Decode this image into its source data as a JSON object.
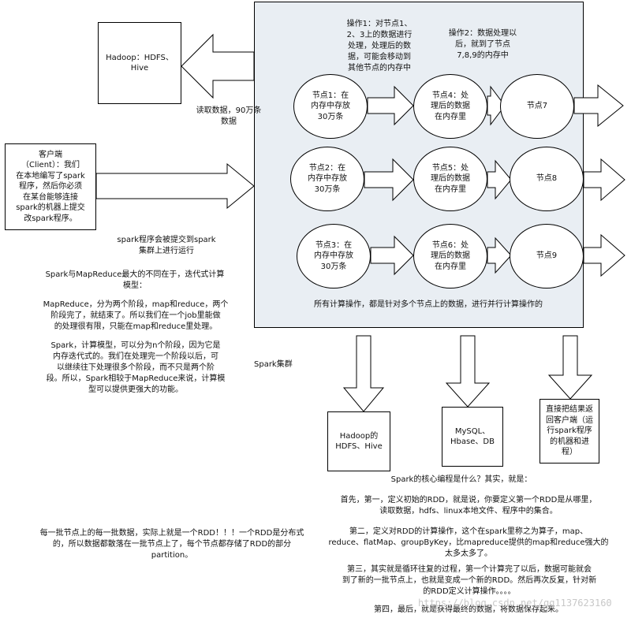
{
  "boxes": {
    "hadoop_top": "Hadoop：HDFS、\nHive",
    "client": "客户端\n（Client）：我们\n在本地编写了spark\n程序，然后你必须\n在某台能够连接\nspark的机器上提交\n改spark程序。",
    "hadoop_out": "Hadoop的\nHDFS、Hive",
    "mysql_out": "MySQL、\nHbase、DB",
    "return_out": "直接把结果返\n回客户端（运\n行spark程序\n的机器和进\n程）"
  },
  "nodes": [
    "节点1：在\n内存中存放\n30万条",
    "节点4：处\n理后的数据\n在内存里",
    "节点7",
    "节点2：在\n内存中存放\n30万条",
    "节点5：处\n理后的数据\n在内存里",
    "节点8",
    "节点3：在\n内存中存放\n30万条",
    "节点6：处\n理后的数据\n在内存里",
    "节点9"
  ],
  "labels": {
    "op1": "操作1：对节点1、\n2、3上的数据进行\n处理，处理后的数\n据，可能会移动到\n其他节点的内存中",
    "op2": "操作2：数据处理以\n后，就到了节点\n7,8,9的内存中",
    "read": "读取数据，90万条\n数据",
    "parallel": "所有计算操作，都是针对多个节点上的数据，进行并行计算操作的",
    "cluster": "Spark集群",
    "submit": "spark程序会被提交到spark\n集群上进行运行",
    "compare_title": "Spark与MapReduce最大的不同在于，迭代式计算\n模型：",
    "compare_mr": "MapReduce，分为两个阶段，map和reduce，两个\n阶段完了，就结束了。所以我们在一个job里能做\n的处理很有限，只能在map和reduce里处理。",
    "compare_spark": "Spark，计算模型，可以分为n个阶段，因为它是\n内存迭代式的。我们在处理完一个阶段以后，可\n以继续往下处理很多个阶段，而不只是两个阶\n段。所以，Spark相较于MapReduce来说，计算模\n型可以提供更强大的功能。",
    "rdd_note": "每一批节点上的每一批数据，实际上就是一个RDD！！！一个RDD是分布式\n的，所以数据都散落在一批节点上了，每个节点都存储了RDD的部分\npartition。",
    "core_title": "Spark的核心编程是什么？其实，就是：",
    "core_1": "首先，第一，定义初始的RDD，就是说，你要定义第一个RDD是从哪里，\n读取数据，hdfs、linux本地文件、程序中的集合。",
    "core_2": "第二，定义对RDD的计算操作，这个在spark里称之为算子，map、\nreduce、flatMap、groupByKey，比mapreduce提供的map和reduce强大的\n太多太多了。",
    "core_3": "第三，其实就是循环往复的过程，第一个计算完了以后，数据可能就会\n到了新的一批节点上，也就是变成一个新的RDD。然后再次反复，针对新\n的RDD定义计算操作。。。。",
    "core_4": "第四，最后，就是获得最终的数据，将数据保存起来。",
    "watermark": "https://blog.csdn.net/qq1137623160"
  }
}
